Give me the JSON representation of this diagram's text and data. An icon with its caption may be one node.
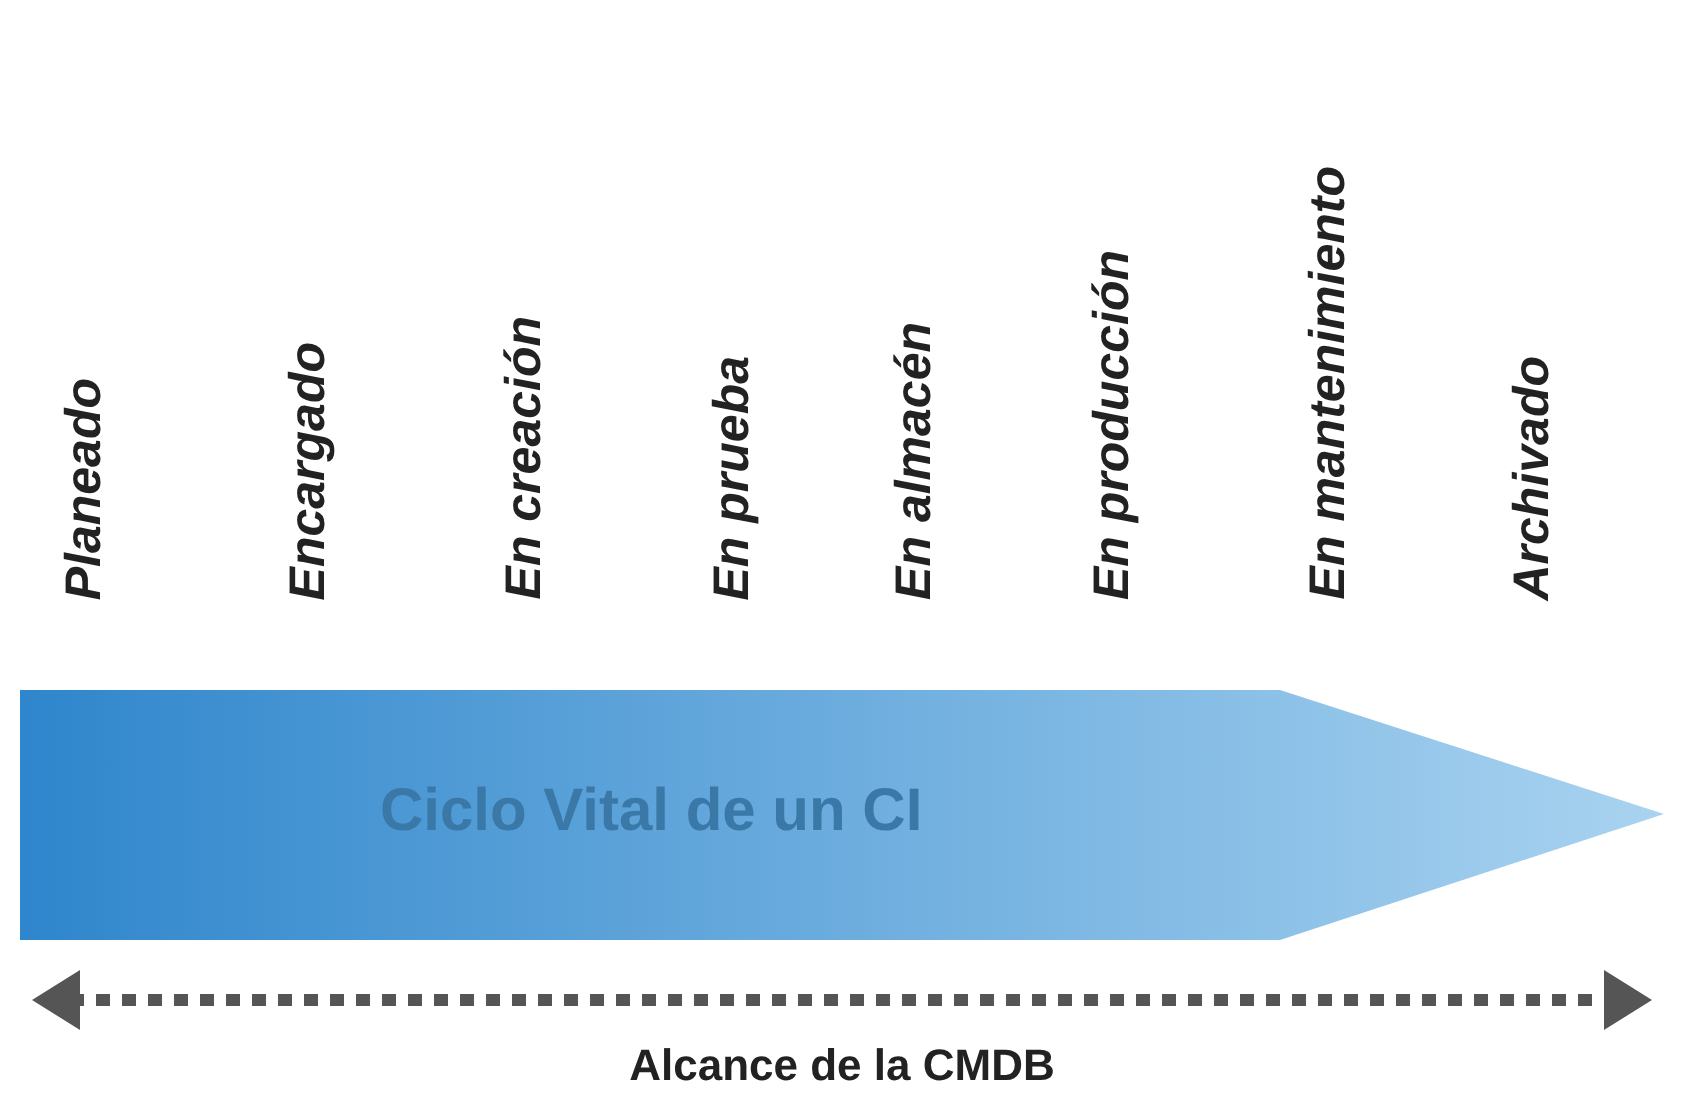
{
  "diagram": {
    "nodes": [
      {
        "text": [
          "Ciclo Vital de un CI"
        ]
      }
    ],
    "labels": [
      "Planeado",
      "Encargado",
      "En creación",
      "En prueba",
      "En almacén",
      "En producción",
      "En mantenimiento",
      "Archivado",
      "Alcance de la CMDB"
    ]
  }
}
